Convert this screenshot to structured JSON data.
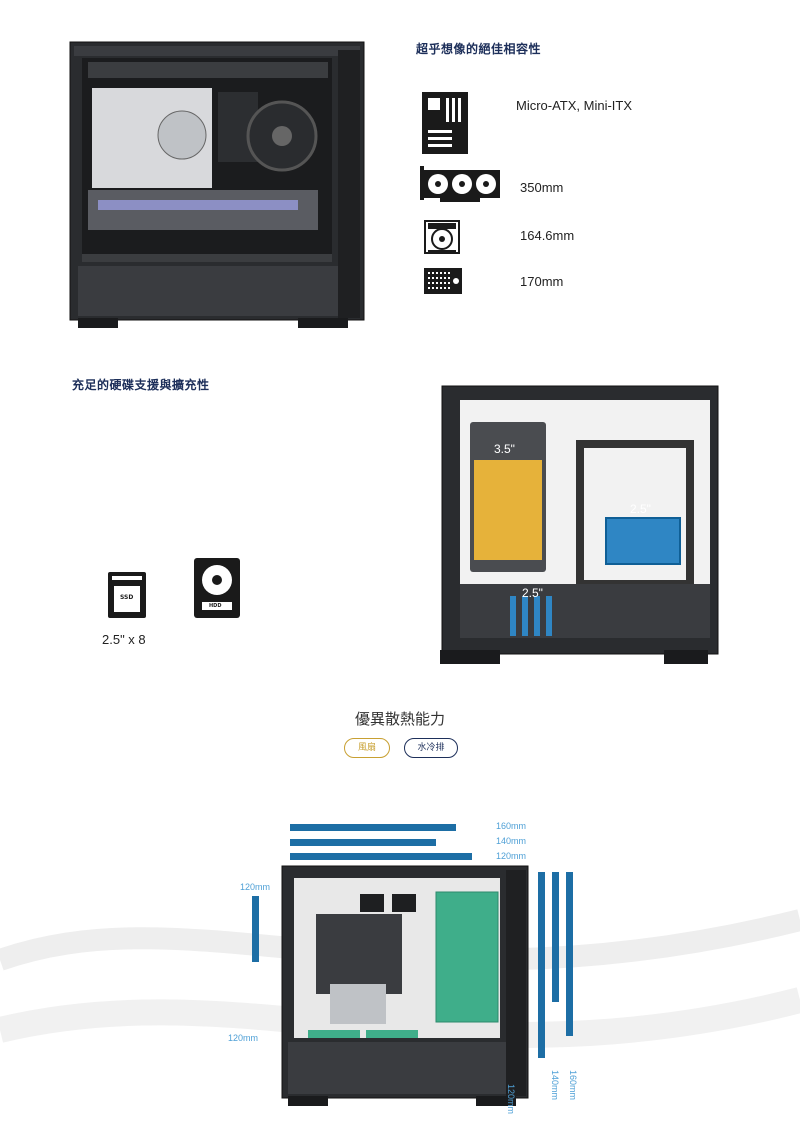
{
  "compat": {
    "title": "超乎想像的絕佳相容性",
    "specs": [
      {
        "icon": "motherboard-icon",
        "value": "Micro-ATX, Mini-ITX"
      },
      {
        "icon": "graphics-card-icon",
        "value": "350mm"
      },
      {
        "icon": "cpu-cooler-icon",
        "value": "164.6mm"
      },
      {
        "icon": "power-supply-icon",
        "value": "170mm"
      }
    ]
  },
  "storage": {
    "title": "充足的硬碟支援與擴充性",
    "ssd_label": "SSD",
    "hdd_label": "HDD",
    "count_text": "2.5\" x 8",
    "tag_35": "3.5\"",
    "tag_25_right": "2.5\"",
    "tag_25_bottom": "2.5\""
  },
  "cooling": {
    "title": "優異散熱能力",
    "tabs": [
      "風扇",
      "水冷排"
    ],
    "top_dims": [
      "160mm",
      "140mm",
      "120mm"
    ],
    "rear_dim": "120mm",
    "bottom_dim": "120mm",
    "front_dims": [
      "120mm",
      "140mm",
      "160mm"
    ]
  },
  "colors": {
    "navy": "#1d2f5a",
    "gold": "#c8a032",
    "blue": "#1d6ea5",
    "dim_text": "#4fa0d6",
    "green": "#3fae8a",
    "yellow": "#e6b23a"
  }
}
